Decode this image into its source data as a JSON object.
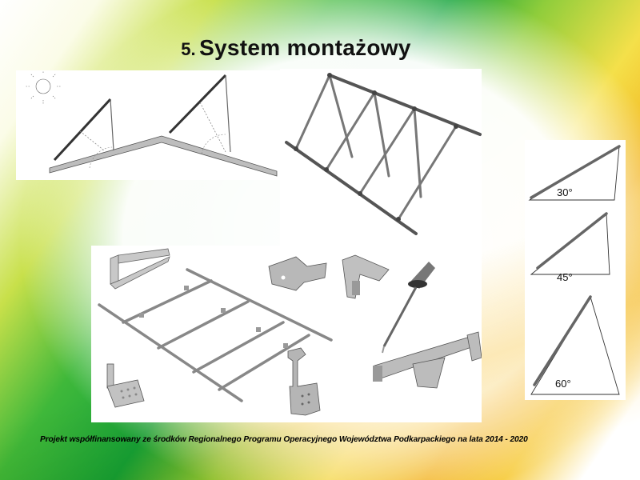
{
  "title": {
    "number": "5.",
    "text": "System montażowy"
  },
  "angles": [
    {
      "label": "30°"
    },
    {
      "label": "45°"
    },
    {
      "label": "60°"
    }
  ],
  "footer": {
    "text": "Projekt współfinansowany ze środków Regionalnego Programu Operacyjnego  Województwa Podkarpackiego na lata 2014 - 2020"
  },
  "colors": {
    "green": "#16a43c",
    "yellow": "#f4e04a",
    "orange": "#f2b41e"
  }
}
